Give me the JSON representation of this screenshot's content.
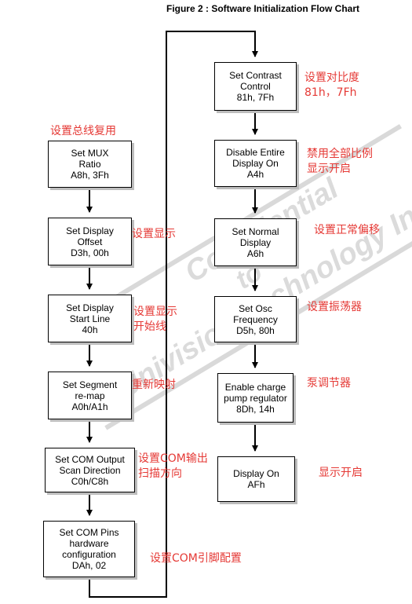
{
  "title": "Figure 2 : Software Initialization Flow Chart",
  "watermark": {
    "line1": "Confidential",
    "line2": "to",
    "line3": "Univision Technology Inc."
  },
  "left_steps": [
    {
      "label": "Set MUX\nRatio\nA8h, 3Fh",
      "note": "设置总线复用"
    },
    {
      "label": "Set Display\nOffset\nD3h, 00h",
      "note": "设置显示"
    },
    {
      "label": "Set Display\nStart Line\n40h",
      "note": "设置显示\n开始线"
    },
    {
      "label": "Set Segment\nre-map\nA0h/A1h",
      "note": "重新映射"
    },
    {
      "label": "Set COM Output\nScan Direction\nC0h/C8h",
      "note": "设置COM输出\n扫描方向"
    },
    {
      "label": "Set COM Pins\nhardware\nconfiguration\nDAh, 02",
      "note": "设置COM引脚配置"
    }
  ],
  "right_steps": [
    {
      "label": "Set Contrast\nControl\n81h, 7Fh",
      "note": "设置对比度\n 81h，7Fh"
    },
    {
      "label": "Disable Entire\nDisplay On\nA4h",
      "note": "禁用全部比例\n显示开启"
    },
    {
      "label": "Set Normal\nDisplay\nA6h",
      "note": "设置正常偏移"
    },
    {
      "label": "Set Osc\nFrequency\nD5h, 80h",
      "note": "设置振荡器"
    },
    {
      "label": "Enable charge\npump regulator\n8Dh, 14h",
      "note": "泵调节器"
    },
    {
      "label": "Display On\nAFh",
      "note": "显示开启"
    }
  ]
}
